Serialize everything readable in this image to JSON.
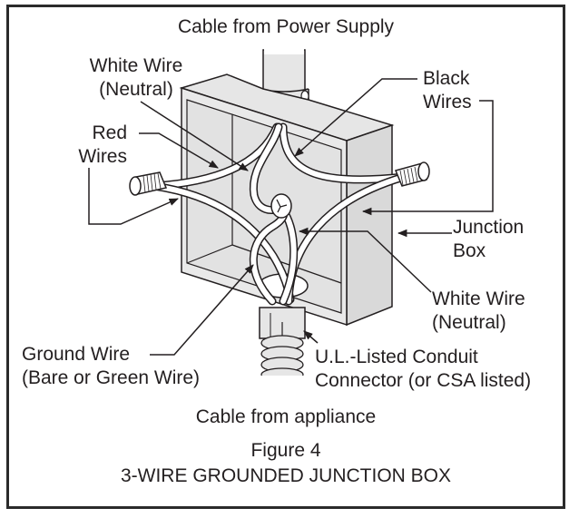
{
  "figure": {
    "number_label": "Figure 4",
    "title": "3-WIRE GROUNDED JUNCTION BOX"
  },
  "labels": {
    "top_cable": "Cable from Power Supply",
    "white_wire_top_line1": "White Wire",
    "white_wire_top_line2": "(Neutral)",
    "black_wires_line1": "Black",
    "black_wires_line2": "Wires",
    "red_wires_line1": "Red",
    "red_wires_line2": "Wires",
    "junction_box_line1": "Junction",
    "junction_box_line2": "Box",
    "white_wire_bottom_line1": "White Wire",
    "white_wire_bottom_line2": "(Neutral)",
    "ground_wire_line1": "Ground Wire",
    "ground_wire_line2": "(Bare or Green Wire)",
    "conduit_line1": "U.L.-Listed Conduit",
    "conduit_line2": "Connector (or CSA listed)",
    "bottom_cable": "Cable from appliance"
  },
  "colors": {
    "ink": "#231f20",
    "box_fill": "#e6e6e6",
    "box_side": "#d9d9d9",
    "wire_fill": "#ffffff",
    "border": "#2b2b2b"
  }
}
